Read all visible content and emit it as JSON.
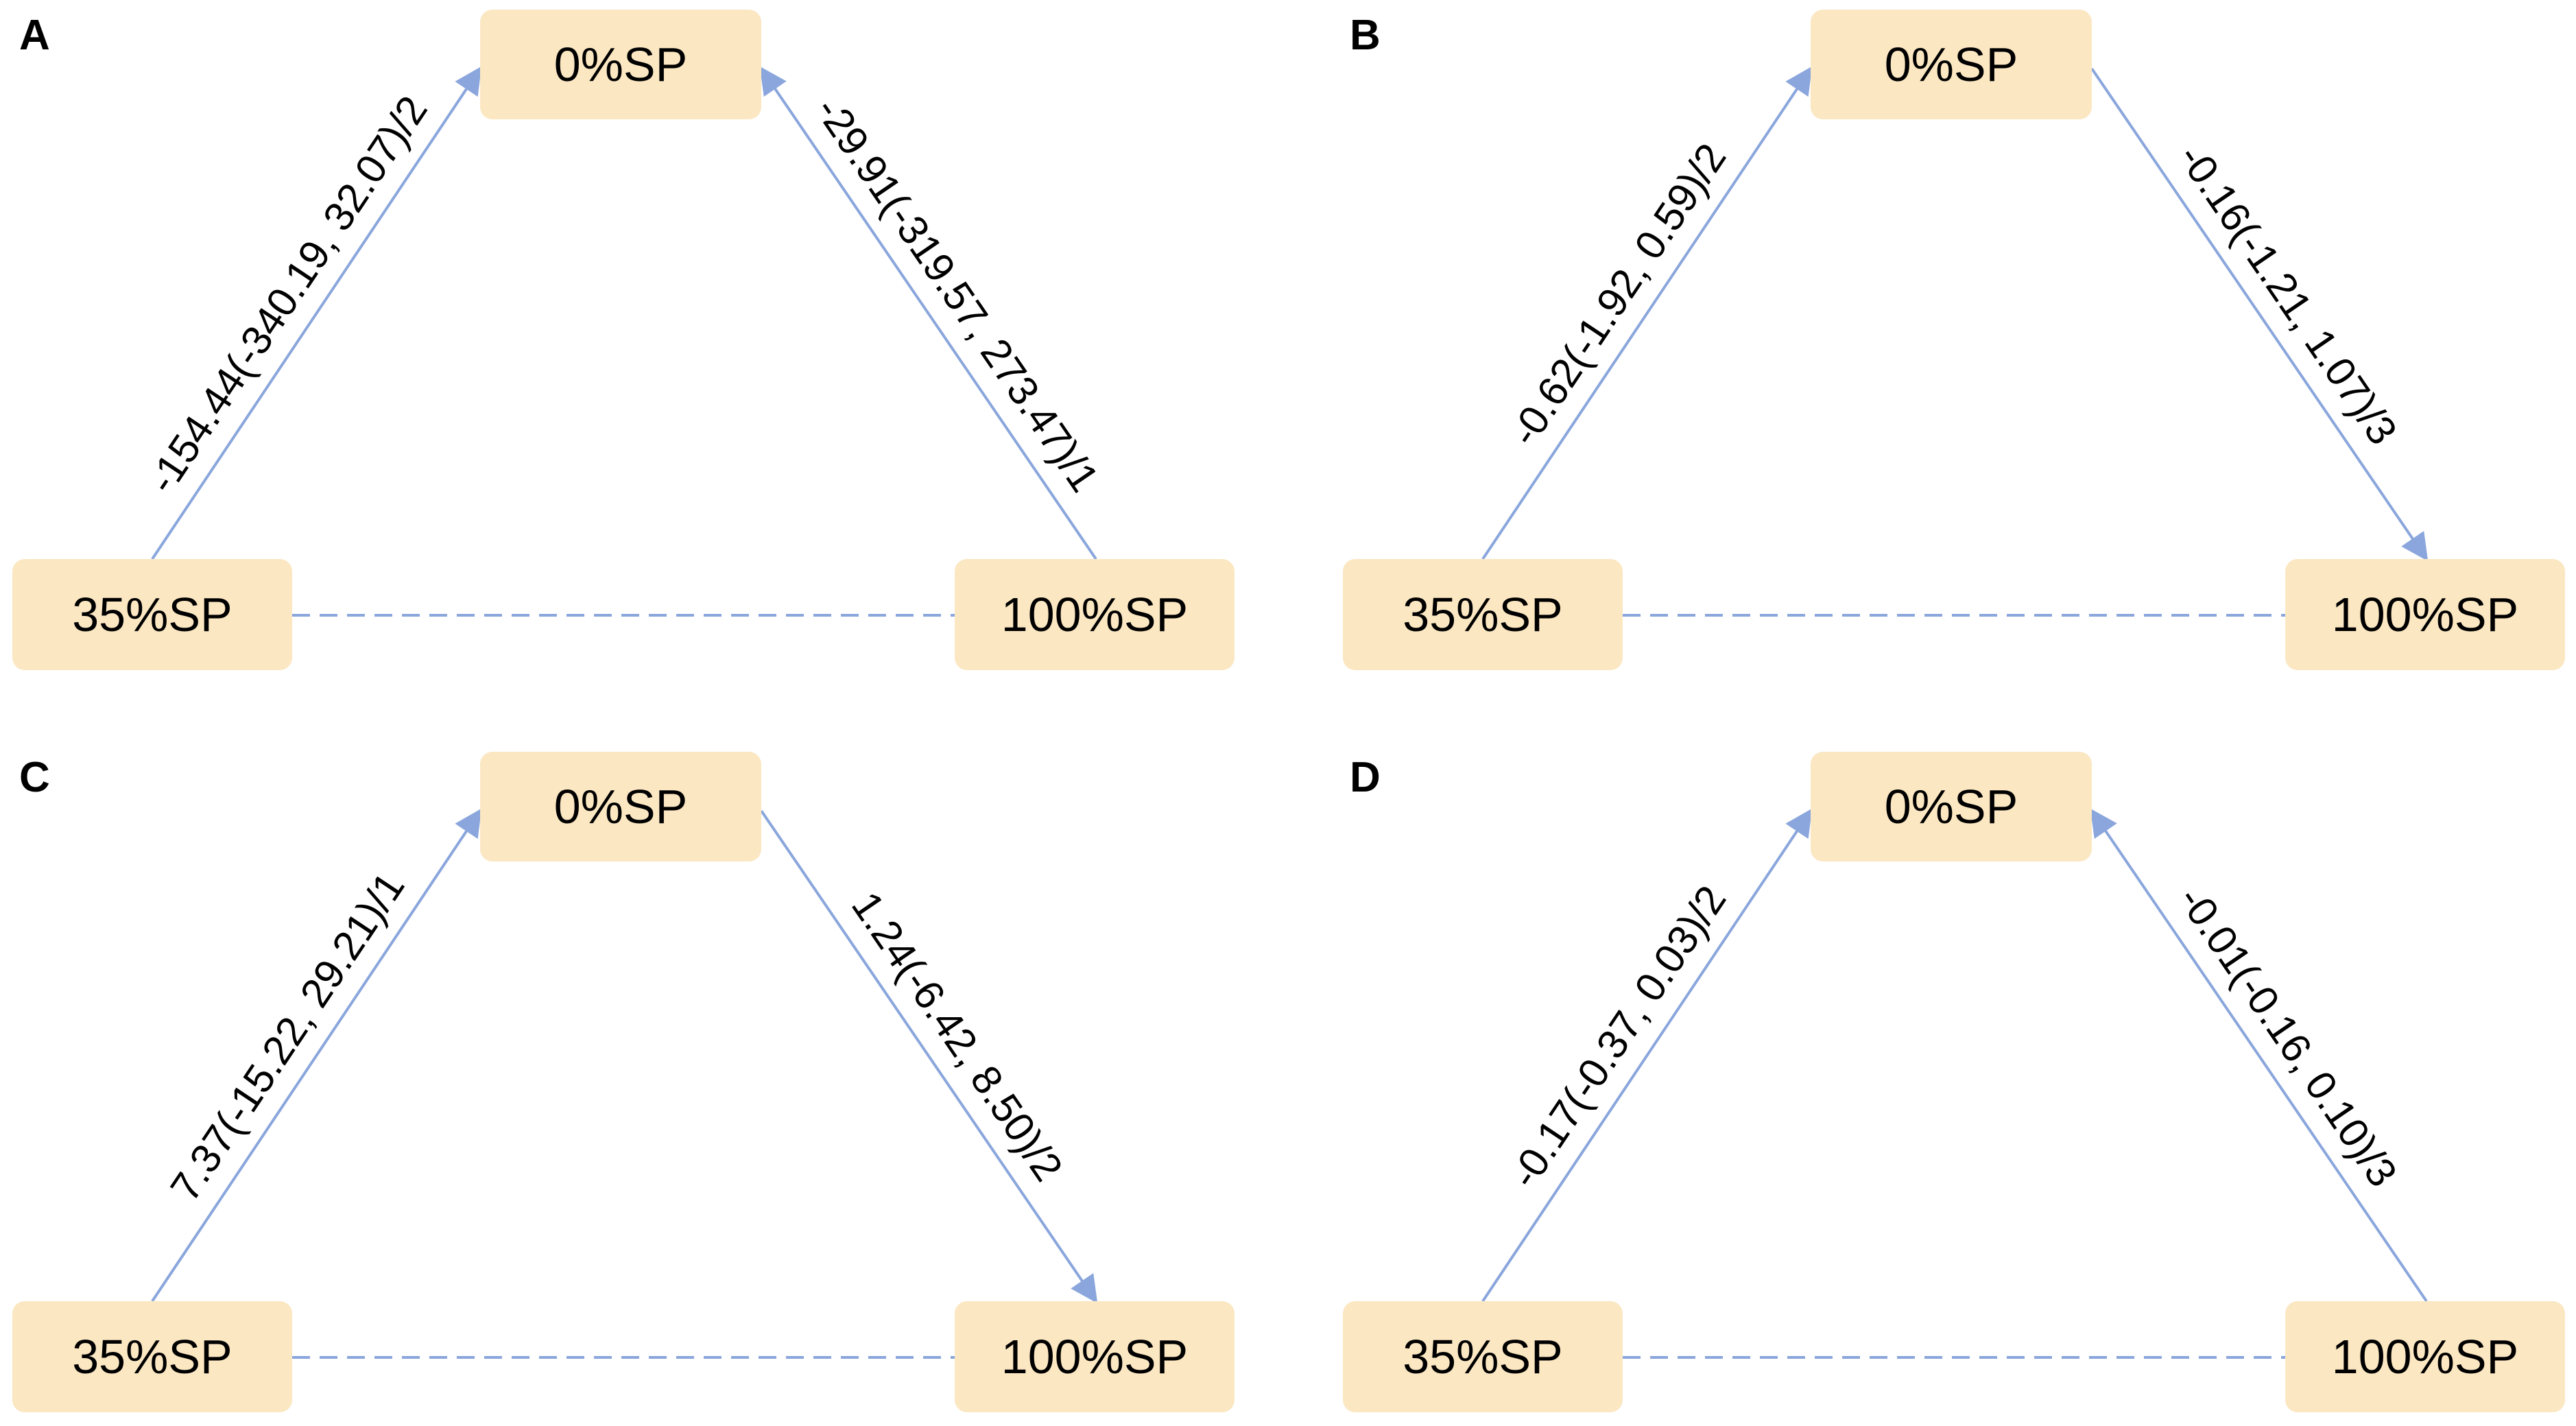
{
  "colors": {
    "node_fill": "#fbe7c2",
    "arrow": "#8aa6dc",
    "dashed": "#8aa6dc",
    "text": "#000000"
  },
  "node_labels": {
    "top": "0%SP",
    "left": "35%SP",
    "right": "100%SP"
  },
  "panels": [
    {
      "id": "A",
      "letter": "A",
      "left_edge": {
        "label": "-154.44(-340.19, 32.07)/2",
        "direction": "to-top"
      },
      "right_edge": {
        "label": "-29.91(-319.57, 273.47)/1",
        "direction": "to-top"
      },
      "bottom_edge": {
        "style": "dashed"
      }
    },
    {
      "id": "B",
      "letter": "B",
      "left_edge": {
        "label": "-0.62(-1.92, 0.59)/2",
        "direction": "to-top"
      },
      "right_edge": {
        "label": "-0.16(-1.21, 1.07)/3",
        "direction": "to-bottom"
      },
      "bottom_edge": {
        "style": "dashed"
      }
    },
    {
      "id": "C",
      "letter": "C",
      "left_edge": {
        "label": "7.37(-15.22, 29.21)/1",
        "direction": "to-top"
      },
      "right_edge": {
        "label": "1.24(-6.42, 8.50)/2",
        "direction": "to-bottom"
      },
      "bottom_edge": {
        "style": "dashed"
      }
    },
    {
      "id": "D",
      "letter": "D",
      "left_edge": {
        "label": "-0.17(-0.37, 0.03)/2",
        "direction": "to-top"
      },
      "right_edge": {
        "label": "-0.01(-0.16, 0.10)/3",
        "direction": "to-top"
      },
      "bottom_edge": {
        "style": "dashed"
      }
    }
  ]
}
